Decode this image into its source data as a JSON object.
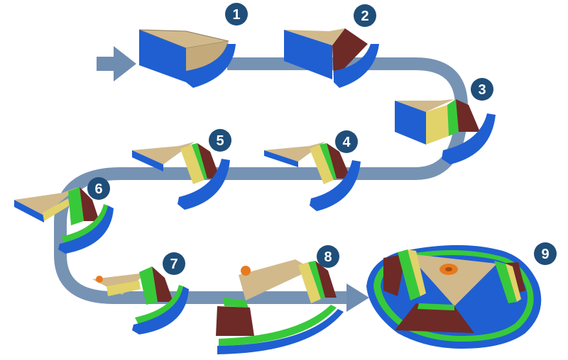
{
  "colors": {
    "background": "#ffffff",
    "flow_arrow": "#6f8db0",
    "badge_fill": "#1f4e79",
    "badge_text": "#ffffff",
    "wall_blue": "#1f5fd1",
    "stock_tan": "#d1b98c",
    "pocket_brown": "#6e2a26",
    "rib_yellow": "#d8d43a",
    "fillet_green": "#38c93a",
    "boss_orange": "#e87a1e"
  },
  "steps": [
    {
      "label": "1",
      "icon": "machining-stage-stock-icon"
    },
    {
      "label": "2",
      "icon": "machining-stage-face-cut-icon"
    },
    {
      "label": "3",
      "icon": "machining-stage-rib-icon"
    },
    {
      "label": "4",
      "icon": "machining-stage-fillet-icon"
    },
    {
      "label": "5",
      "icon": "machining-stage-rib-cut-icon"
    },
    {
      "label": "6",
      "icon": "machining-stage-wall-icon"
    },
    {
      "label": "7",
      "icon": "machining-stage-boss-icon"
    },
    {
      "label": "8",
      "icon": "machining-stage-mirrored-icon"
    },
    {
      "label": "9",
      "icon": "finished-part-icon"
    }
  ]
}
